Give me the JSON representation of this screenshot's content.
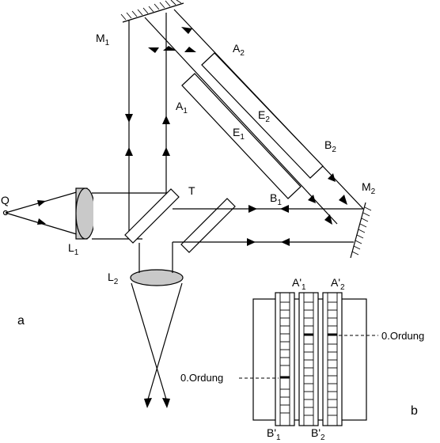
{
  "labels": {
    "Q": "Q",
    "L1": {
      "main": "L",
      "sub": "1"
    },
    "L2": {
      "main": "L",
      "sub": "2"
    },
    "T": "T",
    "M1": {
      "main": "M",
      "sub": "1"
    },
    "M2": {
      "main": "M",
      "sub": "2"
    },
    "A1": {
      "main": "A",
      "sub": "1"
    },
    "A2": {
      "main": "A",
      "sub": "2"
    },
    "B1": {
      "main": "B",
      "sub": "1"
    },
    "B2": {
      "main": "B",
      "sub": "2"
    },
    "E1": {
      "main": "E",
      "sub": "1"
    },
    "E2": {
      "main": "E",
      "sub": "2"
    },
    "A1p": {
      "main": "A'",
      "sub": "1"
    },
    "A2p": {
      "main": "A'",
      "sub": "2"
    },
    "B1p": {
      "main": "B'",
      "sub": "1"
    },
    "B2p": {
      "main": "B'",
      "sub": "2"
    },
    "ordung_right": "0.Ordung",
    "ordung_left": "0.Ordung",
    "panel_a": "a",
    "panel_b": "b"
  }
}
